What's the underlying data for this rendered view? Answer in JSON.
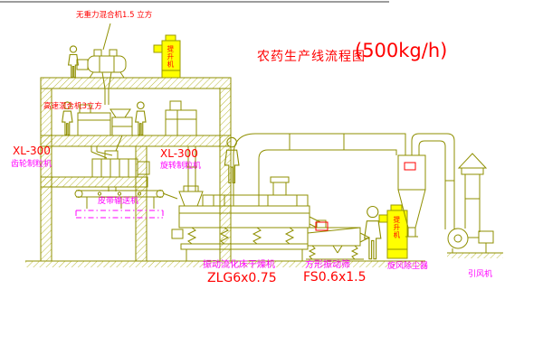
{
  "title": {
    "main": "农药生产线流程图",
    "capacity": "(500kg/h)"
  },
  "labels": {
    "gravity_mixer": "无重力混合机1.5 立方",
    "high_speed_mixer": "高速混合机3立方",
    "granulator_left_model": "XL-300",
    "granulator_left_name": "齿轮制粒机",
    "granulator_center_model": "XL-300",
    "granulator_center_name": "旋转制粒机",
    "belt_conveyor": "皮带输送机",
    "fluid_bed_dryer_name": "振动流化床干燥机",
    "fluid_bed_dryer_model": "ZLG6x0.75",
    "vibrating_screen_name": "方形振动筛",
    "vibrating_screen_model": "FS0.6x1.5",
    "cyclone": "旋风除尘器",
    "induced_draft_fan": "引风机",
    "bucket_elevator_1": "提升机",
    "bucket_elevator_2": "提升机"
  },
  "colors": {
    "line_olive": "#8f8f00",
    "fill_yellow": "#ffff00",
    "text_red": "#ff0000",
    "text_magenta": "#ff00ff",
    "background": "#ffffff"
  }
}
